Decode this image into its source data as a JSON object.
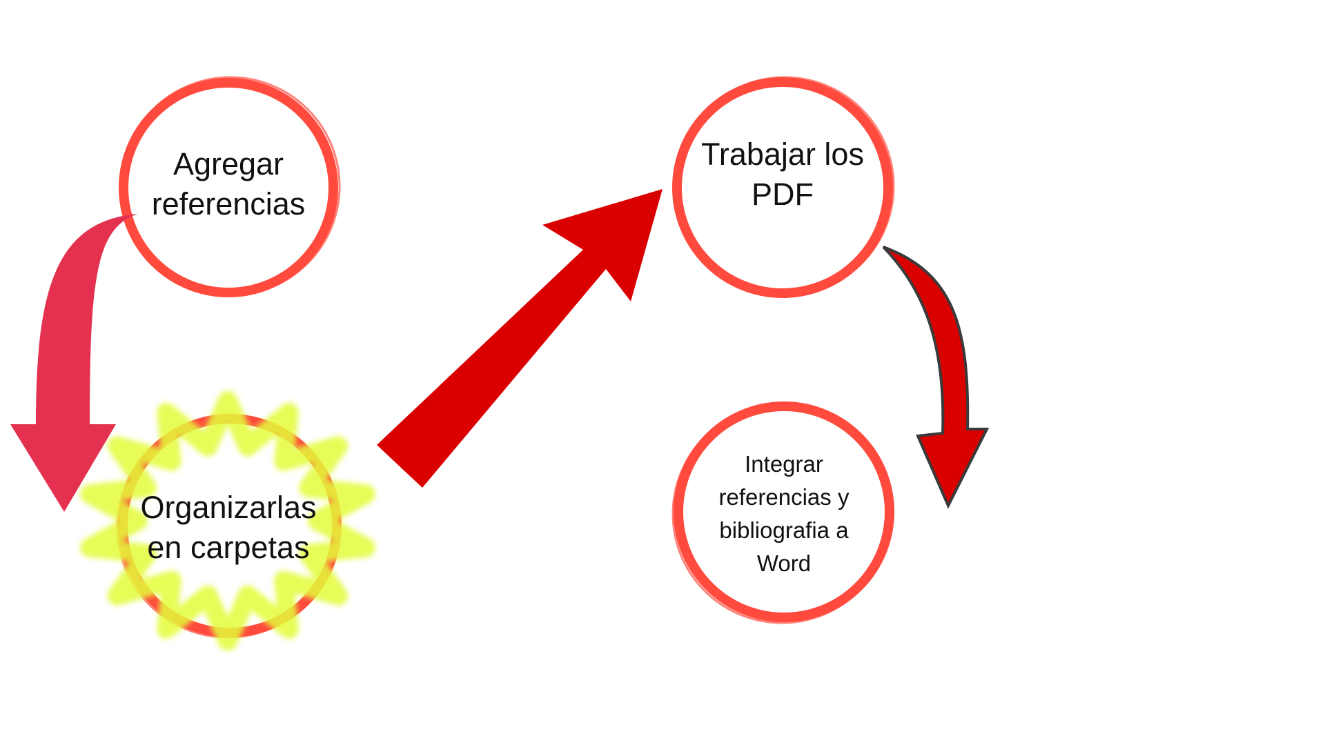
{
  "colors": {
    "ring": "#ff4a3d",
    "arrow_pink": "#e4314f",
    "arrow_red": "#db0000",
    "arrow_outline": "#3a3a3a",
    "burst": "#e4fb3a"
  },
  "nodes": {
    "agregar": "Agregar\nreferencias",
    "organizar": "Organizarlas\nen carpetas",
    "trabajar": "Trabajar los\nPDF",
    "integrar": "Integrar\nreferencias y\nbibliografia a\nWord"
  }
}
